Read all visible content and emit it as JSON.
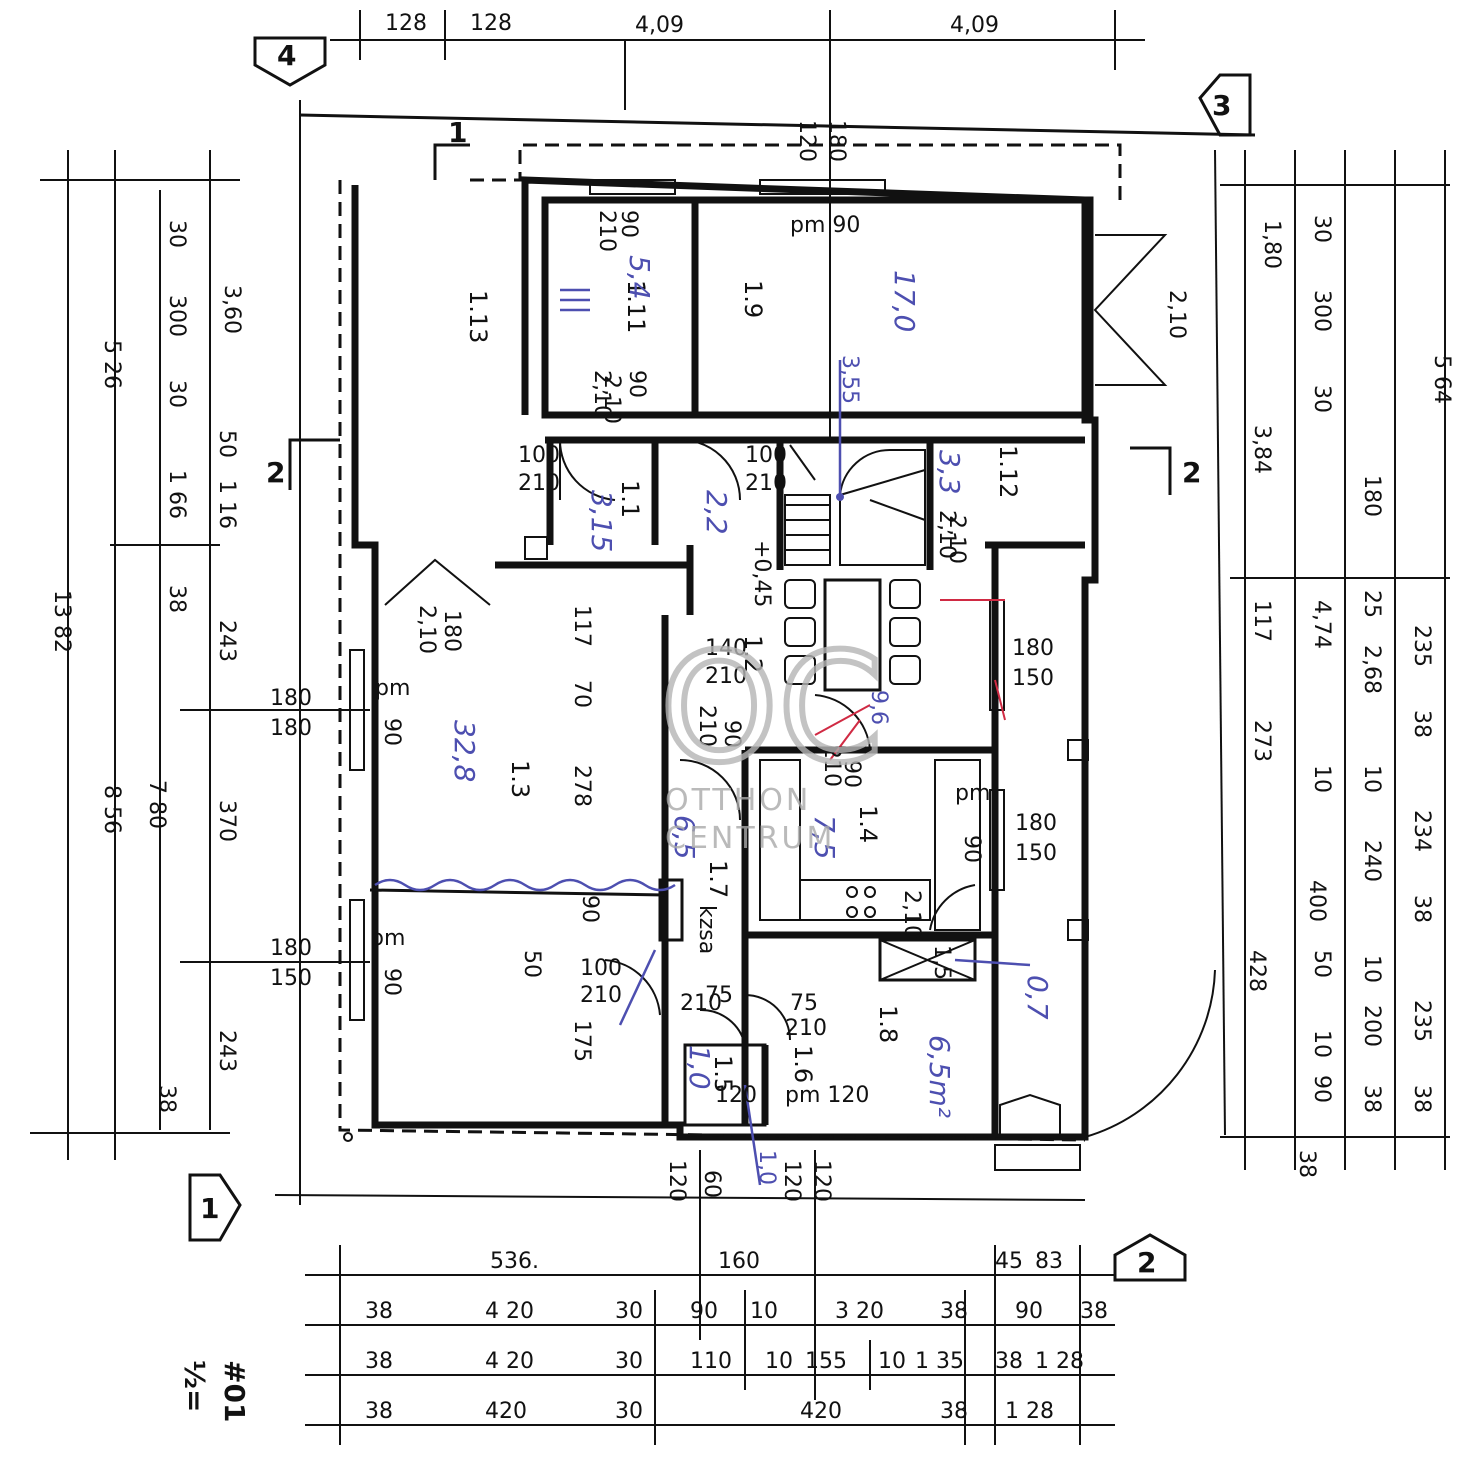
{
  "rooms": [
    {
      "id": "1.13"
    },
    {
      "id": "1.11",
      "area": "5,4"
    },
    {
      "id": "1.9",
      "area": "17,0"
    },
    {
      "id": "1.1",
      "area": "3,15"
    },
    {
      "id": "1.12",
      "area": "3,3"
    },
    {
      "id": "1.2",
      "area": "2,2"
    },
    {
      "id": "1.3",
      "area": "32,8"
    },
    {
      "id": "1.4",
      "area": "7,5"
    },
    {
      "id": "1.7",
      "area": "6,5"
    },
    {
      "id": "1.6",
      "area": "6,5m²"
    },
    {
      "id": "1.8",
      "area": "1,0"
    },
    {
      "id": "1.5",
      "area": "0,7"
    }
  ],
  "level_mark": "+0,45",
  "extra_notes": [
    "3,55",
    "9,6",
    "kzsa",
    "1,0"
  ],
  "axes": [
    "1",
    "2",
    "3",
    "4"
  ],
  "section_marks": [
    "1",
    "2",
    "2"
  ],
  "top_dims": [
    "128",
    "128",
    "4,09",
    "4,09"
  ],
  "bottom_dims": [
    [
      "536.",
      "160",
      "45",
      "83"
    ],
    [
      "38",
      "4 20",
      "30",
      "90",
      "10",
      "3 20",
      "38",
      "90",
      "38"
    ],
    [
      "38",
      "4 20",
      "30",
      "110",
      "10",
      "155",
      "10",
      "1 35",
      "38",
      "1 28"
    ],
    [
      "38",
      "420",
      "30",
      "420",
      "38",
      "1 28"
    ]
  ],
  "left_dims": [
    "13 82",
    "5 26",
    "8 56",
    "3,60",
    "7 80",
    "30",
    "300",
    "30",
    "1 66",
    "38",
    "243",
    "50",
    "1 16",
    "243",
    "370",
    "38"
  ],
  "right_dims": [
    "1,80",
    "30",
    "300",
    "30",
    "3,84",
    "180",
    "5 64",
    "117",
    "4,74",
    "273",
    "25",
    "2,68",
    "235",
    "38",
    "10",
    "10",
    "240",
    "234",
    "400",
    "38",
    "428",
    "50",
    "10",
    "200",
    "235",
    "10",
    "90",
    "38",
    "38",
    "38"
  ],
  "openings": [
    "90",
    "210",
    "pm 90",
    "120",
    "180",
    "2,10",
    "2,10",
    "100",
    "210",
    "100",
    "210",
    "2,10",
    "180",
    "117",
    "140",
    "210",
    "180",
    "150",
    "pm",
    "90",
    "70",
    "278",
    "210",
    "90",
    "210",
    "90",
    "180",
    "180",
    "pm",
    "90",
    "180",
    "150",
    "90",
    "50",
    "175",
    "180",
    "150",
    "pm",
    "90",
    "100",
    "210",
    "75",
    "210",
    "75",
    "210",
    "120",
    "pm 120",
    "120",
    "60",
    "120",
    "120",
    "2,10",
    "2,10",
    "90",
    "2,10",
    "2,10",
    "1,5"
  ],
  "watermark": {
    "line1": "OTTHON",
    "line2": "CENTRUM",
    "logo": "OC"
  },
  "corner_note": "½=",
  "corner_note_2": "#01"
}
